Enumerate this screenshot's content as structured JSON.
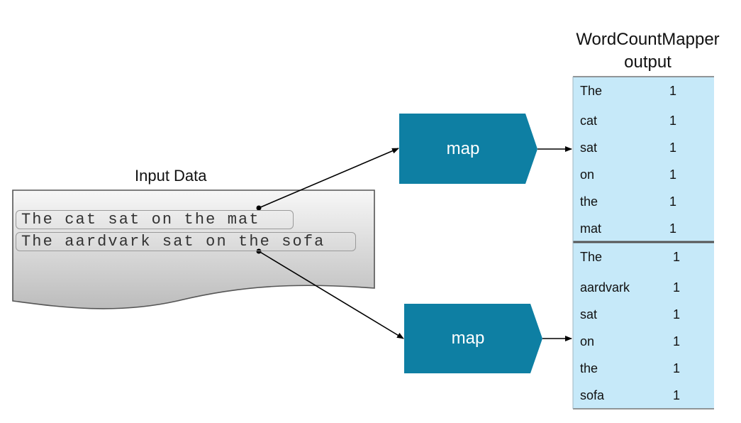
{
  "output_title_line1": "WordCountMapper",
  "output_title_line2": "output",
  "input_title": "Input Data",
  "input_lines": [
    "The cat sat on the mat",
    "The aardvark sat on the sofa"
  ],
  "map_labels": [
    "map",
    "map"
  ],
  "colors": {
    "map_fill": "#0e7fa3",
    "output_fill": "#c6e9f9",
    "doc_border": "#555555"
  },
  "outputs": [
    [
      {
        "word": "The",
        "count": "1"
      },
      {
        "word": "cat",
        "count": "1"
      },
      {
        "word": "sat",
        "count": "1"
      },
      {
        "word": "on",
        "count": "1"
      },
      {
        "word": "the",
        "count": "1"
      },
      {
        "word": "mat",
        "count": "1"
      }
    ],
    [
      {
        "word": "The",
        "count": "1"
      },
      {
        "word": "aardvark",
        "count": "1"
      },
      {
        "word": "sat",
        "count": "1"
      },
      {
        "word": "on",
        "count": "1"
      },
      {
        "word": "the",
        "count": "1"
      },
      {
        "word": "sofa",
        "count": "1"
      }
    ]
  ]
}
